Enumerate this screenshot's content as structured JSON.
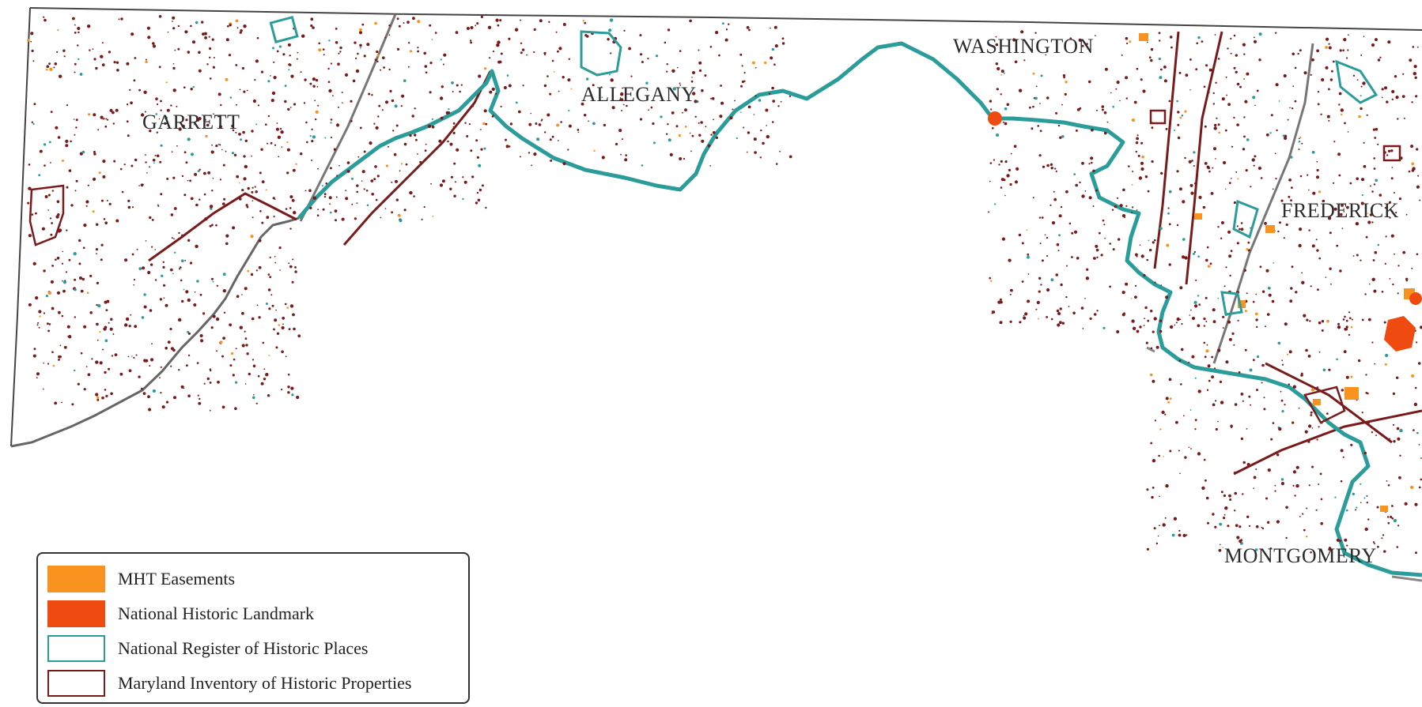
{
  "map": {
    "counties": [
      {
        "id": "garrett",
        "label": "GARRETT"
      },
      {
        "id": "allegany",
        "label": "ALLEGANY"
      },
      {
        "id": "washington",
        "label": "WASHINGTON"
      },
      {
        "id": "frederick",
        "label": "FREDERICK"
      },
      {
        "id": "montgomery",
        "label": "MONTGOMERY"
      }
    ]
  },
  "legend": {
    "items": [
      {
        "label": "MHT Easements",
        "fill": "#f7931e",
        "stroke": "#f7931e"
      },
      {
        "label": "National Historic Landmark",
        "fill": "#ef4a0f",
        "stroke": "#ef4a0f"
      },
      {
        "label": "National Register of Historic Places",
        "fill": "#ffffff",
        "stroke": "#2a9d9b"
      },
      {
        "label": "Maryland Inventory of Historic Properties",
        "fill": "#ffffff",
        "stroke": "#7a1a1a"
      }
    ]
  },
  "colors": {
    "river": "#2a9d9b",
    "inventory": "#7a1a1a",
    "boundary": "#6e6e6e"
  }
}
